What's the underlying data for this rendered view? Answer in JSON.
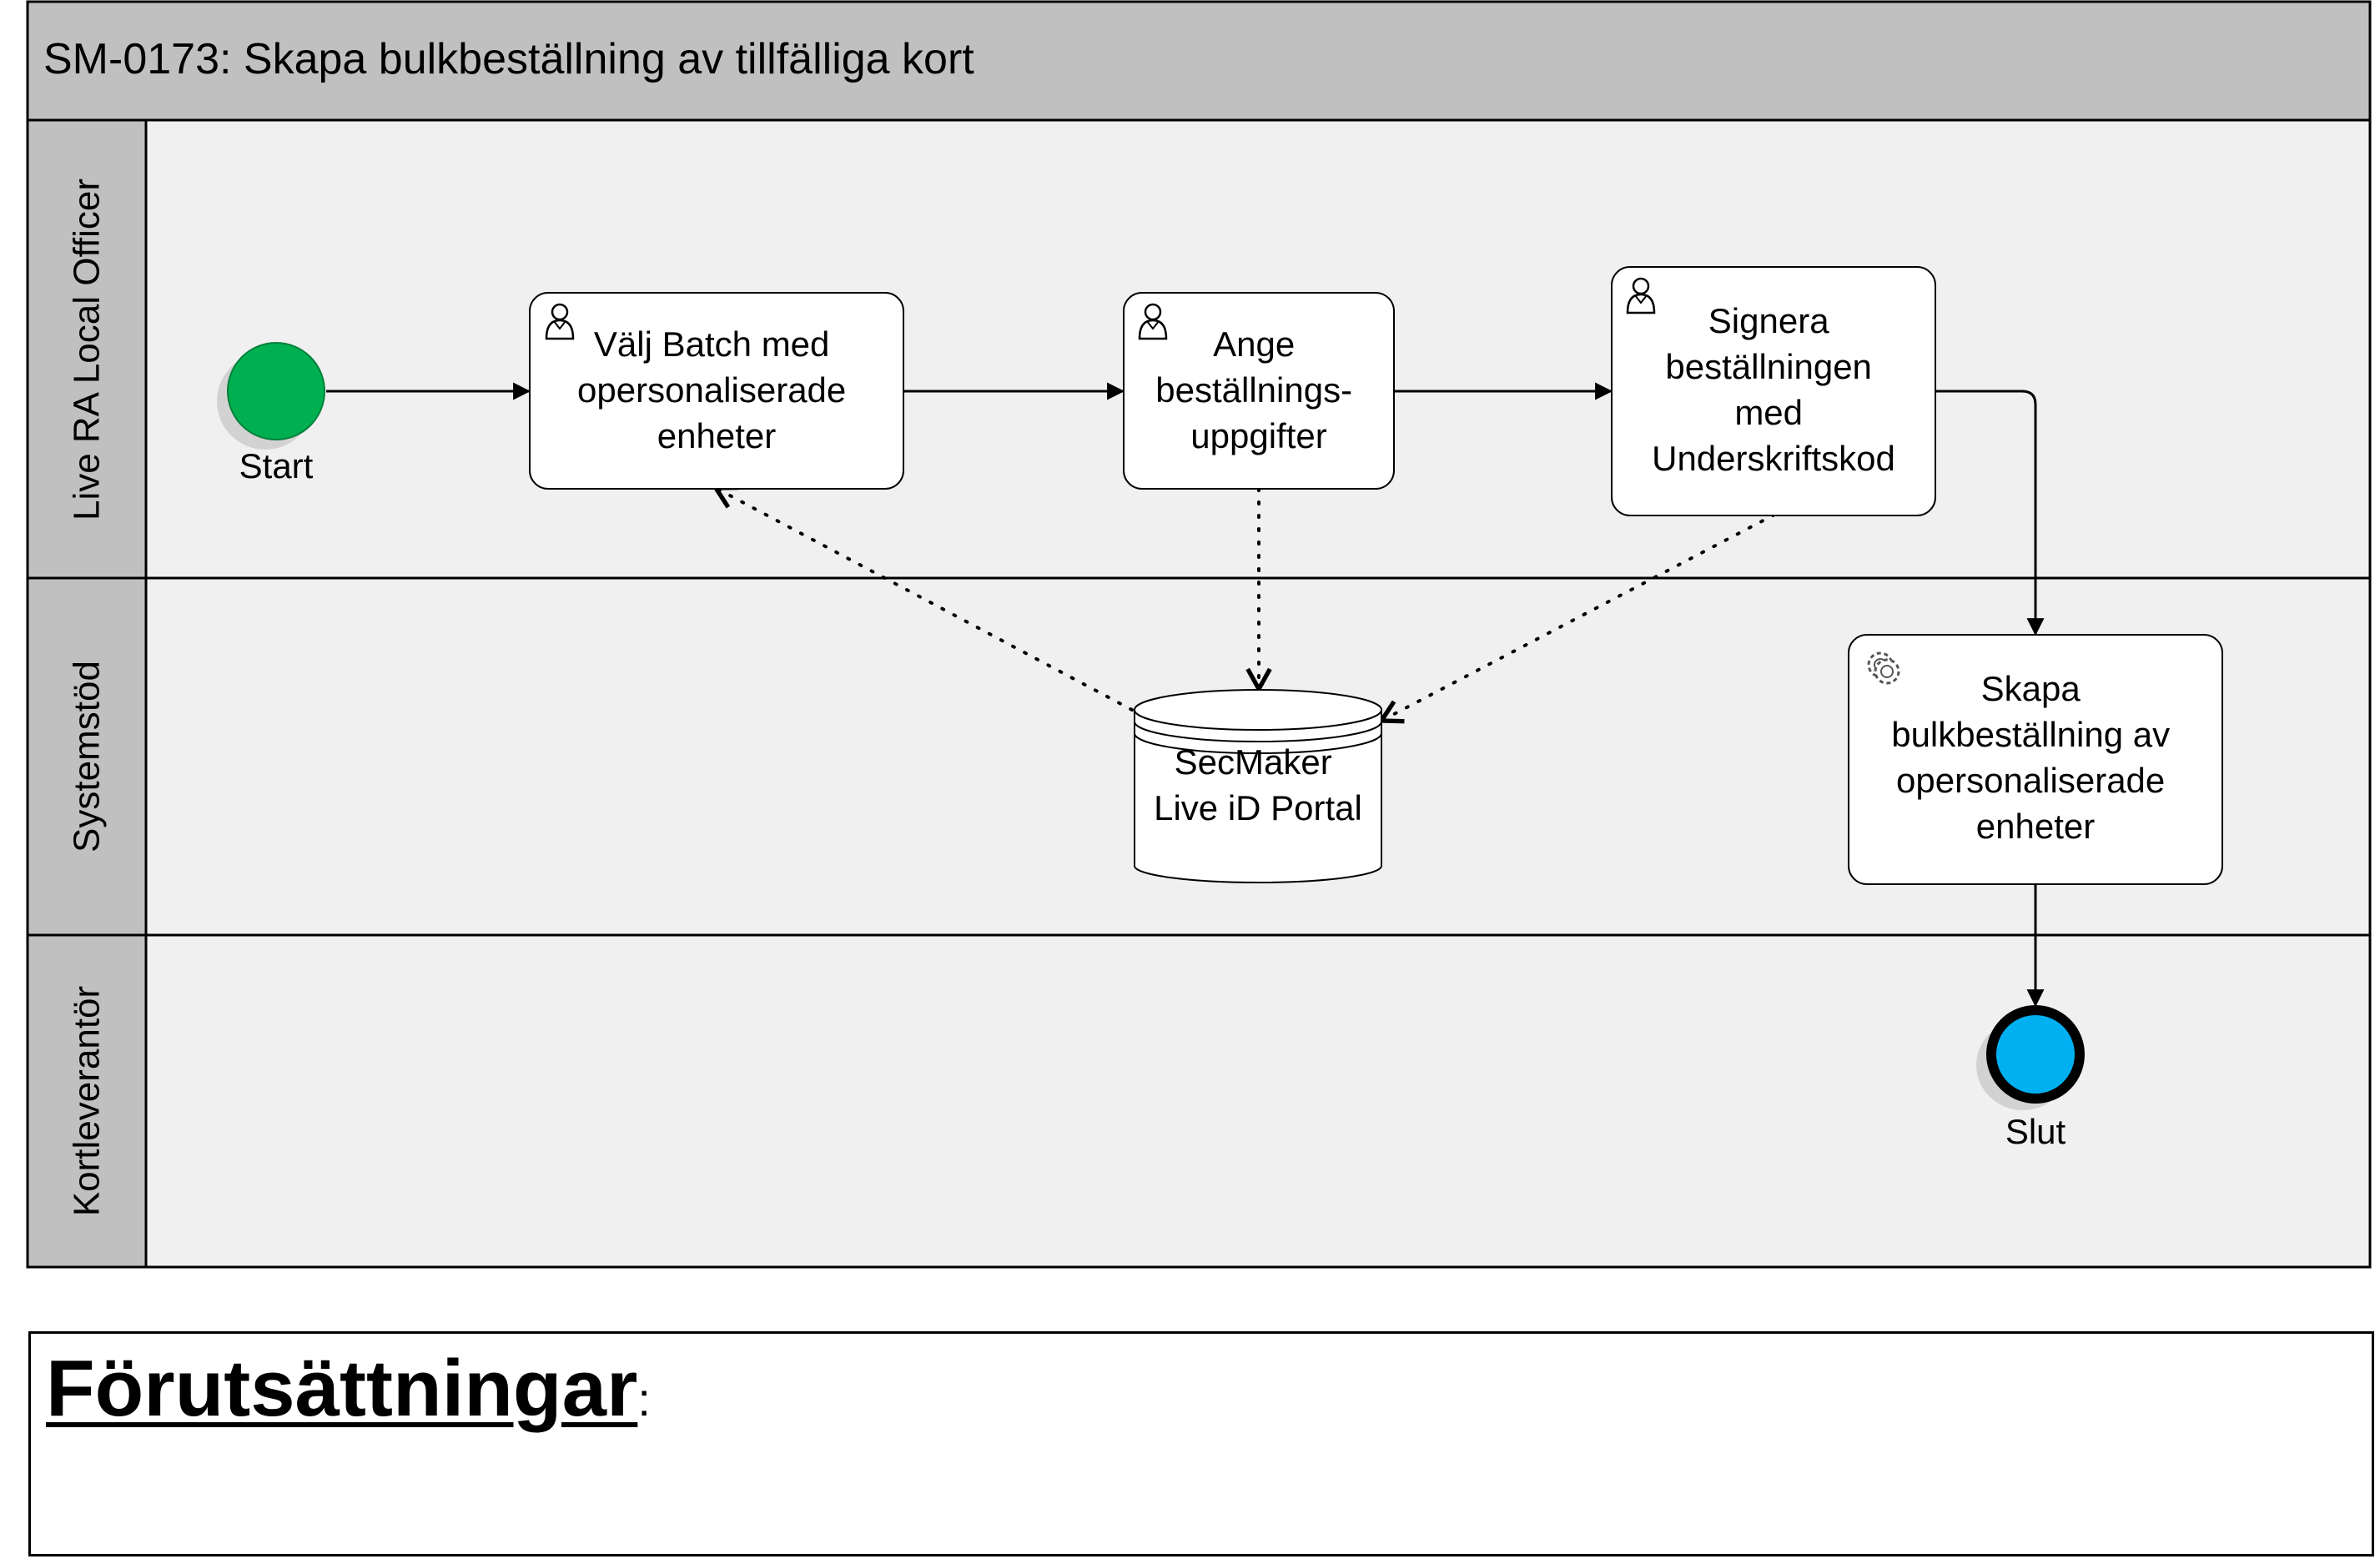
{
  "pool": {
    "title": "SM-0173: Skapa bulkbeställning av tillfälliga kort"
  },
  "lanes": [
    {
      "label": "Live RA Local Officer"
    },
    {
      "label": "Systemstöd"
    },
    {
      "label": "Kortleverantör"
    }
  ],
  "events": {
    "start": {
      "label": "Start",
      "color": "#00b050"
    },
    "end": {
      "label": "Slut",
      "color": "#00b0f0"
    }
  },
  "tasks": [
    {
      "type": "user",
      "icon": "user-icon",
      "lines": [
        "Välj Batch med",
        "opersonaliserade",
        "enheter"
      ]
    },
    {
      "type": "user",
      "icon": "user-icon",
      "lines": [
        "Ange",
        "beställnings-",
        "uppgifter"
      ]
    },
    {
      "type": "user",
      "icon": "user-icon",
      "lines": [
        "Signera",
        "beställningen",
        "med",
        "Underskriftskod"
      ]
    },
    {
      "type": "service",
      "icon": "gear-icon",
      "lines": [
        "Skapa",
        "bulkbeställning av",
        "opersonaliserade",
        "enheter"
      ]
    }
  ],
  "datastore": {
    "lines": [
      "SecMaker",
      "Live iD Portal"
    ]
  },
  "preconditions": {
    "title": "Förutsättningar",
    "suffix": ":"
  },
  "colors": {
    "header_fill": "#c0c0c0",
    "lane_fill": "#f0f0f0",
    "stroke": "#000000"
  }
}
